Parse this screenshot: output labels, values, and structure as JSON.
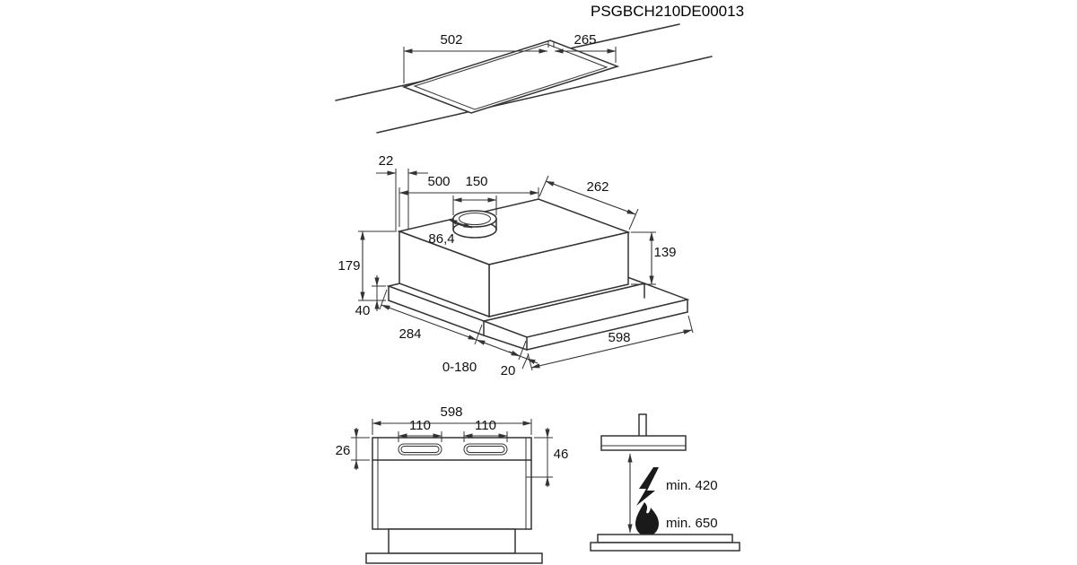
{
  "title": {
    "product_code": "PSGBCH210DE00013"
  },
  "colors": {
    "line": "#333333",
    "text": "#111111",
    "background": "#ffffff",
    "icon": "#1a1a1a"
  },
  "cutout_view": {
    "dims": {
      "width": "502",
      "depth": "265"
    }
  },
  "iso_view": {
    "dims": {
      "chimney_width": "22",
      "body_width": "500",
      "duct_diameter": "150",
      "top_depth": "262",
      "duct_offset": "86,4",
      "body_height": "139",
      "total_height": "179",
      "visor_height": "40",
      "bottom_depth": "284",
      "pullout_range": "0-180",
      "lip_depth": "20",
      "visor_width": "598"
    }
  },
  "front_view": {
    "dims": {
      "width": "598",
      "slot_left": "110",
      "slot_right": "110",
      "left_height": "26",
      "right_height": "46"
    }
  },
  "clearance_view": {
    "electric_clearance": "min. 420",
    "gas_clearance": "min. 650",
    "icons": [
      "lightning-icon",
      "flame-icon"
    ]
  }
}
